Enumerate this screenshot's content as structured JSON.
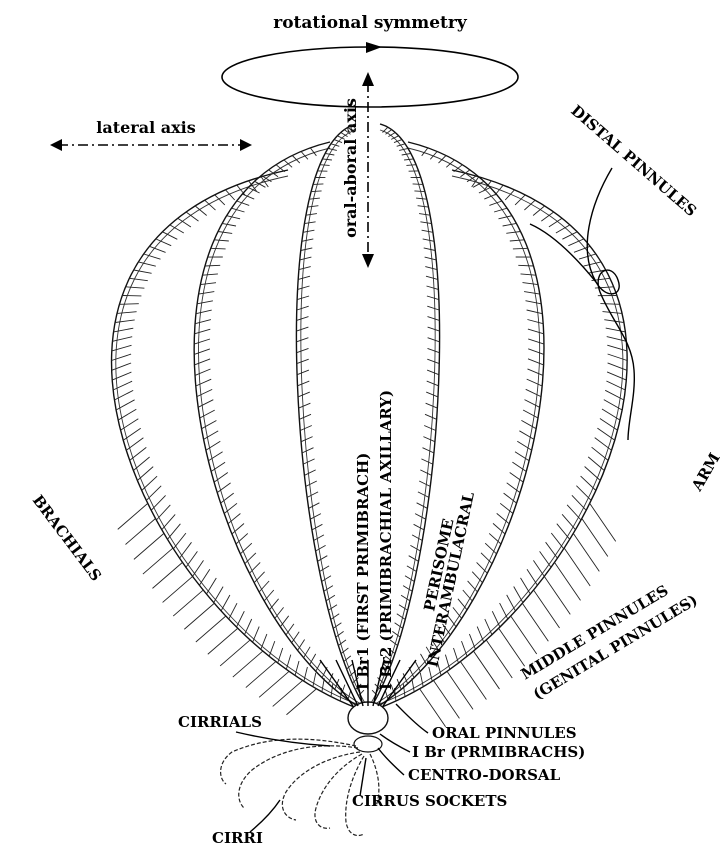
{
  "labels": {
    "rotational_symmetry": "rotational symmetry",
    "lateral_axis": "lateral axis",
    "oral_aboral_axis": "oral-aboral axis",
    "distal_pinnules": "DISTAL PINNULES",
    "arm": "ARM",
    "brachials": "BRACHIALS",
    "first_primibrach": "I Br1 (FIRST PRIMIBRACH)",
    "primibrachial_axillary": "I Br2 (PRIMIBRACHIAL AXILLARY)",
    "perisome": "PERISOME",
    "interambulacral": "INTERAMBULACRAL",
    "middle_pinnules": "MIDDLE PINNULES",
    "genital_pinnules": "(GENITAL PINNULES)",
    "oral_pinnules": "ORAL PINNULES",
    "primibrachs": "I Br (PRMIBRACHS)",
    "centro_dorsal": "CENTRO-DORSAL",
    "cirrus_sockets": "CIRRUS SOCKETS",
    "cirrials": "CIRRIALS",
    "cirri": "CIRRI"
  },
  "icons": [
    "rotation-ellipse-icon",
    "crinoid-illustration"
  ]
}
